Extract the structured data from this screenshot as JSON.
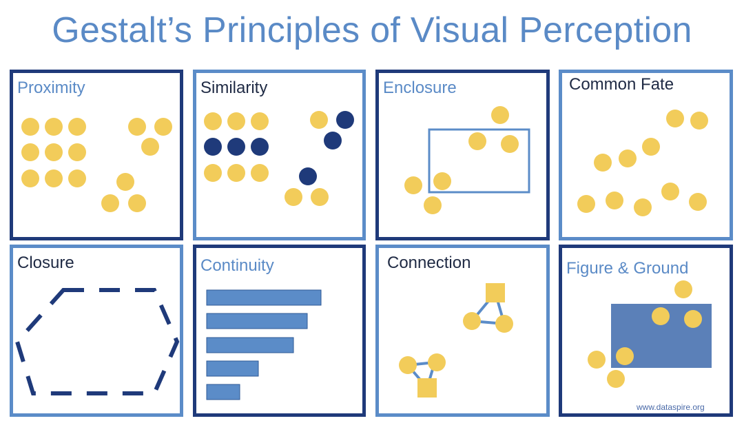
{
  "title": "Gestalt’s Principles of Visual Perception",
  "colors": {
    "dot": "#f2cc5a",
    "dark_dot": "#1f3a7a",
    "accent": "#5b8cc8",
    "title": "#5a8ac6"
  },
  "panels": [
    {
      "label": "Proximity"
    },
    {
      "label": "Similarity"
    },
    {
      "label": "Enclosure"
    },
    {
      "label": "Common Fate"
    },
    {
      "label": "Closure"
    },
    {
      "label": "Continuity"
    },
    {
      "label": "Connection"
    },
    {
      "label": "Figure & Ground"
    }
  ],
  "credit": "www.dataspire.org"
}
